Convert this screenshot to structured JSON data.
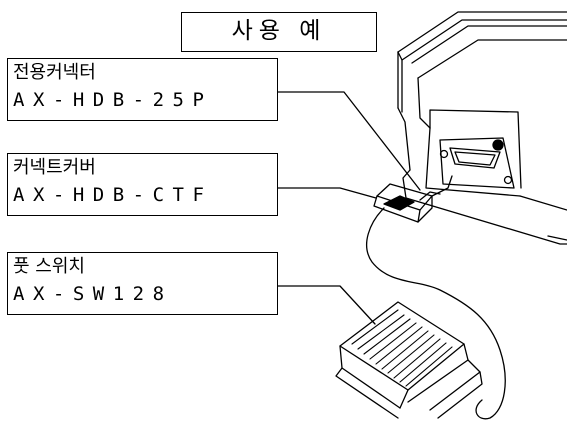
{
  "title": "사용 예",
  "callouts": [
    {
      "name": "전용커넥터",
      "code": "AX-HDB-25P"
    },
    {
      "name": "커넥트커버",
      "code": "AX-HDB-CTF"
    },
    {
      "name": "풋 스위치",
      "code": "AX-SW128"
    }
  ],
  "colors": {
    "line": "#000000",
    "background": "#ffffff"
  }
}
